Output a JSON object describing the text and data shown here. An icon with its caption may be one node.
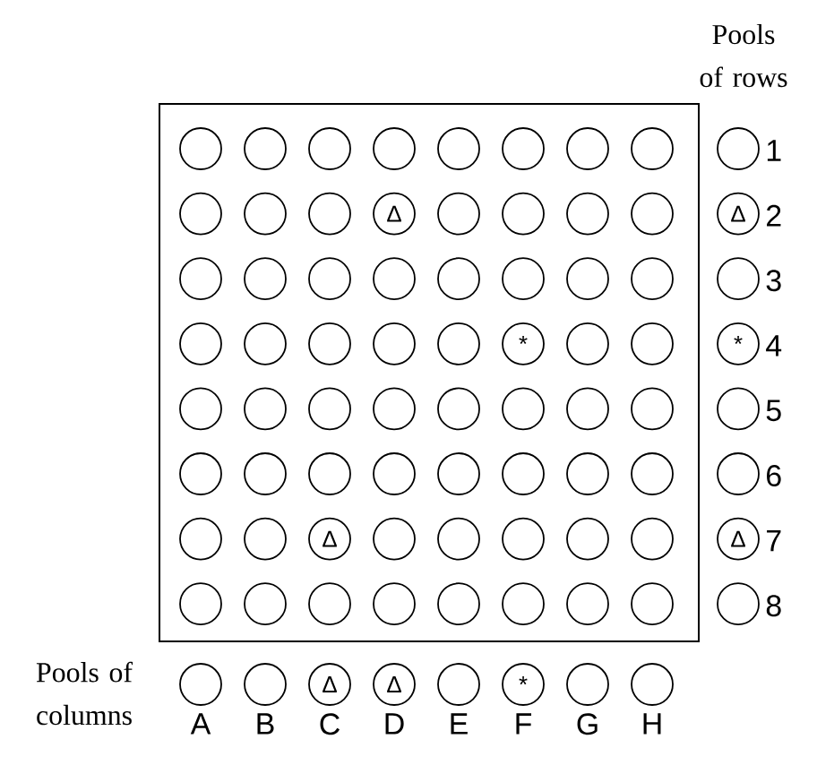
{
  "diagram": {
    "nodes": [
      {
        "text": [],
        "shape": "box"
      },
      {
        "text": [],
        "shape": "circle",
        "in": 0
      },
      {
        "text": [],
        "shape": "circle",
        "in": 0
      },
      {
        "text": [],
        "shape": "circle",
        "in": 0
      },
      {
        "text": [],
        "shape": "circle",
        "in": 0
      },
      {
        "text": [],
        "shape": "circle",
        "in": 0
      },
      {
        "text": [],
        "shape": "circle",
        "in": 0
      },
      {
        "text": [],
        "shape": "circle",
        "in": 0
      },
      {
        "text": [],
        "shape": "circle",
        "in": 0
      },
      {
        "text": [],
        "shape": "circle",
        "in": 0
      },
      {
        "text": [],
        "shape": "circle",
        "in": 0
      },
      {
        "text": [],
        "shape": "circle",
        "in": 0
      },
      {
        "text": [
          "Δ"
        ],
        "in": 0
      },
      {
        "text": [],
        "shape": "circle",
        "in": 0
      },
      {
        "text": [],
        "shape": "circle",
        "in": 0
      },
      {
        "text": [],
        "shape": "circle",
        "in": 0
      },
      {
        "text": [],
        "shape": "circle",
        "in": 0
      },
      {
        "text": [],
        "shape": "circle",
        "in": 0
      },
      {
        "text": [],
        "shape": "circle",
        "in": 0
      },
      {
        "text": [],
        "shape": "circle",
        "in": 0
      },
      {
        "text": [],
        "shape": "circle",
        "in": 0
      },
      {
        "text": [],
        "shape": "circle",
        "in": 0
      },
      {
        "text": [],
        "shape": "circle",
        "in": 0
      },
      {
        "text": [],
        "shape": "circle",
        "in": 0
      },
      {
        "text": [],
        "shape": "circle",
        "in": 0
      },
      {
        "text": [],
        "shape": "circle",
        "in": 0
      },
      {
        "text": [],
        "shape": "circle",
        "in": 0
      },
      {
        "text": [],
        "shape": "circle",
        "in": 0
      },
      {
        "text": [],
        "shape": "circle",
        "in": 0
      },
      {
        "text": [],
        "shape": "circle",
        "in": 0
      },
      {
        "text": [
          "*"
        ],
        "in": 0
      },
      {
        "text": [],
        "shape": "circle",
        "in": 0
      },
      {
        "text": [],
        "shape": "circle",
        "in": 0
      },
      {
        "text": [],
        "shape": "circle",
        "in": 0
      },
      {
        "text": [],
        "shape": "circle",
        "in": 0
      },
      {
        "text": [],
        "shape": "circle",
        "in": 0
      },
      {
        "text": [],
        "shape": "circle",
        "in": 0
      },
      {
        "text": [],
        "shape": "circle",
        "in": 0
      },
      {
        "text": [],
        "shape": "circle",
        "in": 0
      },
      {
        "text": [],
        "shape": "circle",
        "in": 0
      },
      {
        "text": [],
        "shape": "circle",
        "in": 0
      },
      {
        "text": [],
        "shape": "circle",
        "in": 0
      },
      {
        "text": [],
        "shape": "circle",
        "in": 0
      },
      {
        "text": [],
        "shape": "circle",
        "in": 0
      },
      {
        "text": [],
        "shape": "circle",
        "in": 0
      },
      {
        "text": [],
        "shape": "circle",
        "in": 0
      },
      {
        "text": [],
        "shape": "circle",
        "in": 0
      },
      {
        "text": [],
        "shape": "circle",
        "in": 0
      },
      {
        "text": [],
        "shape": "circle",
        "in": 0
      },
      {
        "text": [],
        "shape": "circle",
        "in": 0
      },
      {
        "text": [],
        "shape": "circle",
        "in": 0
      },
      {
        "text": [
          "Δ"
        ],
        "in": 0
      },
      {
        "text": [],
        "shape": "circle",
        "in": 0
      },
      {
        "text": [],
        "shape": "circle",
        "in": 0
      },
      {
        "text": [],
        "shape": "circle",
        "in": 0
      },
      {
        "text": [],
        "shape": "circle",
        "in": 0
      },
      {
        "text": [],
        "shape": "circle",
        "in": 0
      },
      {
        "text": [],
        "shape": "circle",
        "in": 0
      },
      {
        "text": [],
        "shape": "circle",
        "in": 0
      },
      {
        "text": [],
        "shape": "circle",
        "in": 0
      },
      {
        "text": [],
        "shape": "circle",
        "in": 0
      },
      {
        "text": [],
        "shape": "circle",
        "in": 0
      },
      {
        "text": [],
        "shape": "circle",
        "in": 0
      },
      {
        "text": [],
        "shape": "circle",
        "in": 0
      },
      {
        "text": [],
        "shape": "circle",
        "in": 0
      },
      {
        "text": [],
        "shape": "circle",
        "beside": [
          "1"
        ]
      },
      {
        "text": [
          "Δ"
        ],
        "beside": [
          "2"
        ]
      },
      {
        "text": [],
        "shape": "circle",
        "beside": [
          "3"
        ]
      },
      {
        "text": [
          "*"
        ],
        "beside": [
          "4"
        ]
      },
      {
        "text": [],
        "shape": "circle",
        "beside": [
          "5"
        ]
      },
      {
        "text": [],
        "shape": "circle",
        "beside": [
          "6"
        ]
      },
      {
        "text": [
          "Δ"
        ],
        "beside": [
          "7"
        ]
      },
      {
        "text": [],
        "shape": "circle",
        "beside": [
          "8"
        ]
      },
      {
        "text": [],
        "shape": "circle",
        "beside": [
          "A"
        ]
      },
      {
        "text": [],
        "shape": "circle",
        "beside": [
          "B"
        ]
      },
      {
        "text": [
          "Δ"
        ],
        "beside": [
          "C"
        ]
      },
      {
        "text": [
          "Δ"
        ],
        "beside": [
          "D"
        ]
      },
      {
        "text": [],
        "shape": "circle",
        "beside": [
          "E"
        ]
      },
      {
        "text": [
          "*"
        ],
        "beside": [
          "F"
        ]
      },
      {
        "text": [],
        "shape": "circle",
        "beside": [
          "G"
        ]
      },
      {
        "text": [],
        "shape": "circle",
        "beside": [
          "H"
        ]
      }
    ],
    "labels": [
      "Pools of rows",
      "Pools of columns"
    ]
  }
}
